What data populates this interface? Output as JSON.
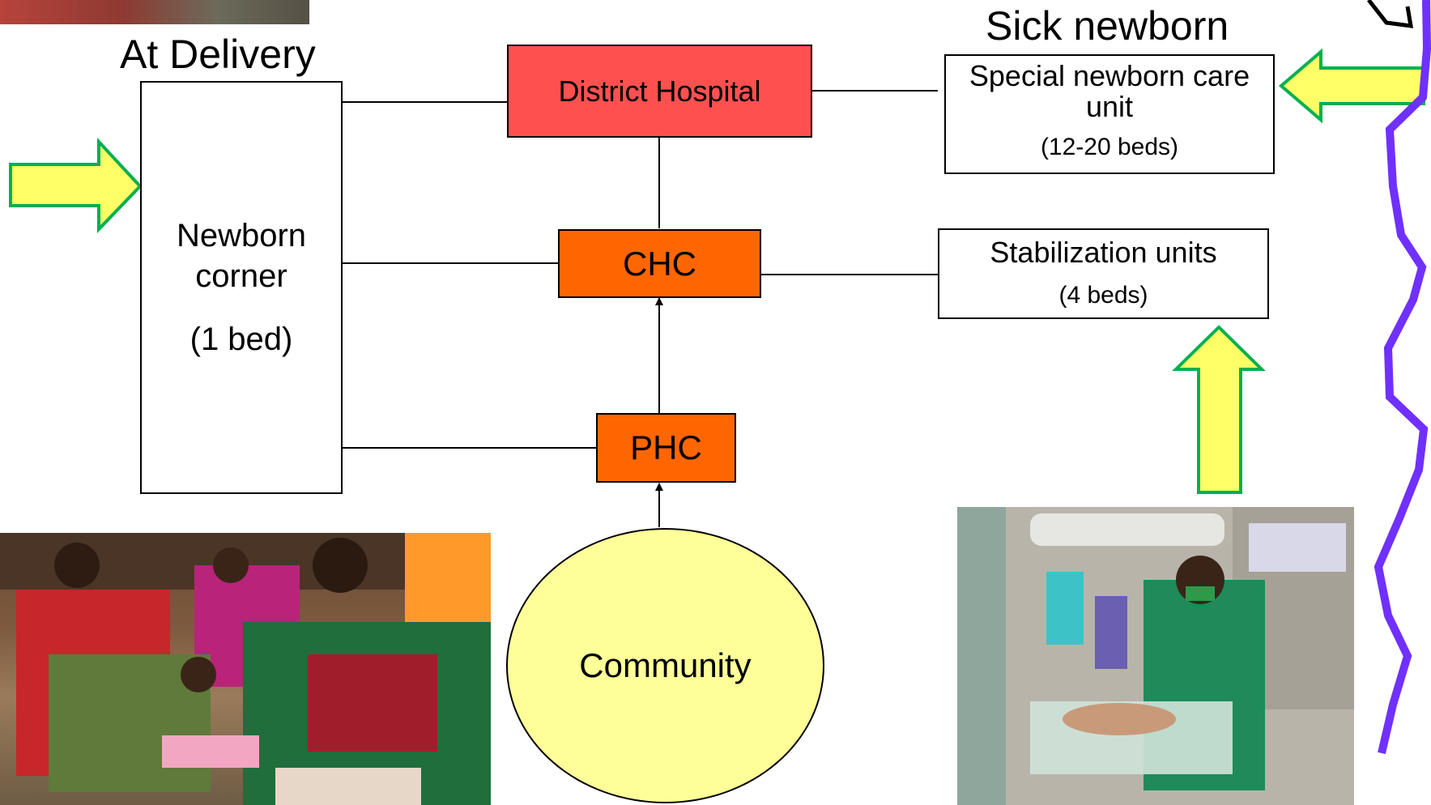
{
  "diagram": {
    "headings": {
      "at_delivery": "At Delivery",
      "sick_newborn": "Sick newborn"
    },
    "newborn_corner": {
      "line1": "Newborn",
      "line2": "corner",
      "beds": "(1 bed)"
    },
    "district_hospital": {
      "label": "District Hospital",
      "color": "#ff5050"
    },
    "chc": {
      "label": "CHC",
      "color": "#ff6600"
    },
    "phc": {
      "label": "PHC",
      "color": "#ff6600"
    },
    "community": {
      "label": "Community",
      "color": "#ffff99"
    },
    "sncu": {
      "line1": "Special newborn care",
      "line2": "unit",
      "beds": "(12-20 beds)"
    },
    "stabilization": {
      "line1": "Stabilization units",
      "beds": "(4 beds)"
    },
    "accent": {
      "arrow_fill": "#ffff66",
      "arrow_stroke": "#00b050",
      "squiggle": "#7030ff"
    },
    "photos": {
      "left": "photo-mothers-with-newborns",
      "right": "photo-nurse-at-radiant-warmer"
    }
  }
}
